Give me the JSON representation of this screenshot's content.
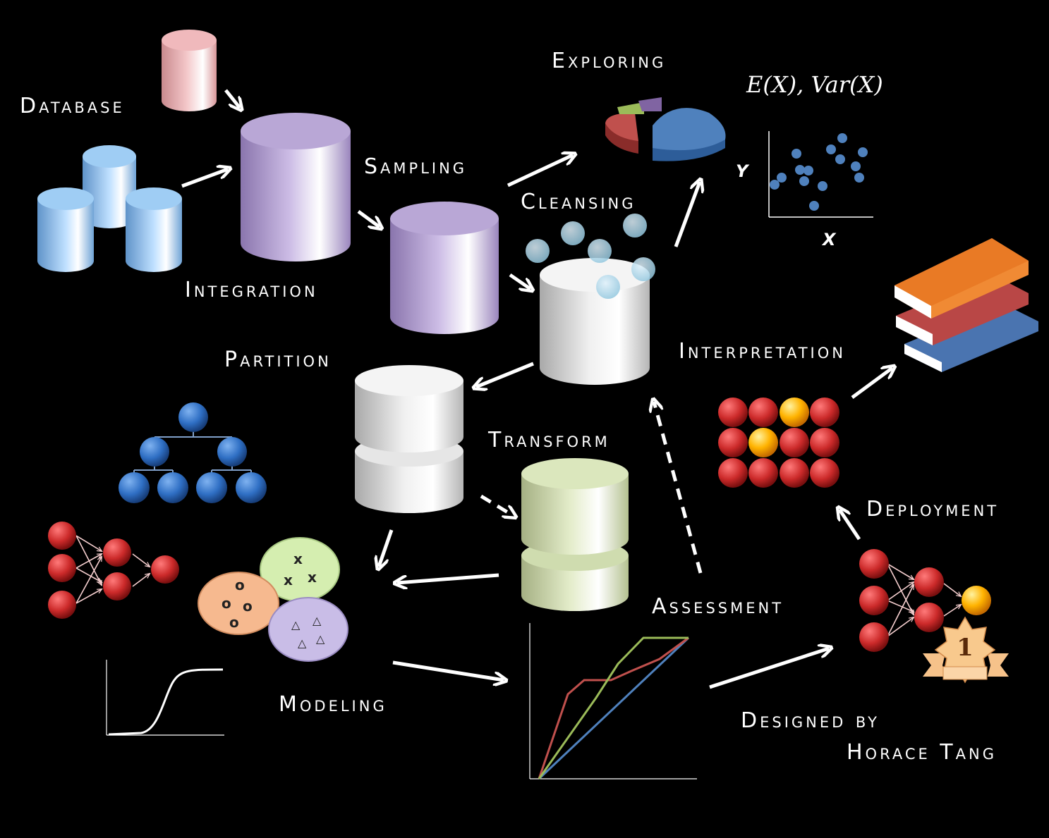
{
  "labels": {
    "database": "Database",
    "integration": "Integration",
    "sampling": "Sampling",
    "exploring": "Exploring",
    "cleansing": "Cleansing",
    "partition": "Partition",
    "transform": "Transform",
    "interpretation": "Interpretation",
    "deployment": "Deployment",
    "assessment": "Assessment",
    "modeling": "Modeling",
    "credit_line1": "Designed by",
    "credit_line2": "Horace Tang"
  },
  "formula": "E(X), Var(X)",
  "scatter": {
    "y_label": "Y",
    "x_label": "X"
  },
  "clusters": {
    "o_mark": "o",
    "x_mark": "x",
    "triangle_mark": "△"
  },
  "medal_number": "1",
  "colors": {
    "background": "#000000",
    "database_pink": "#e8a5a8",
    "storage_blue": "#8fc3ee",
    "integration_purple": "#b39fd0",
    "cleansing_white": "#f2f2f2",
    "transform_green": "#d6e4b4",
    "node_red": "#cc2a2a",
    "node_blue": "#2f6fc4",
    "highlight_orange": "#ffb300"
  }
}
